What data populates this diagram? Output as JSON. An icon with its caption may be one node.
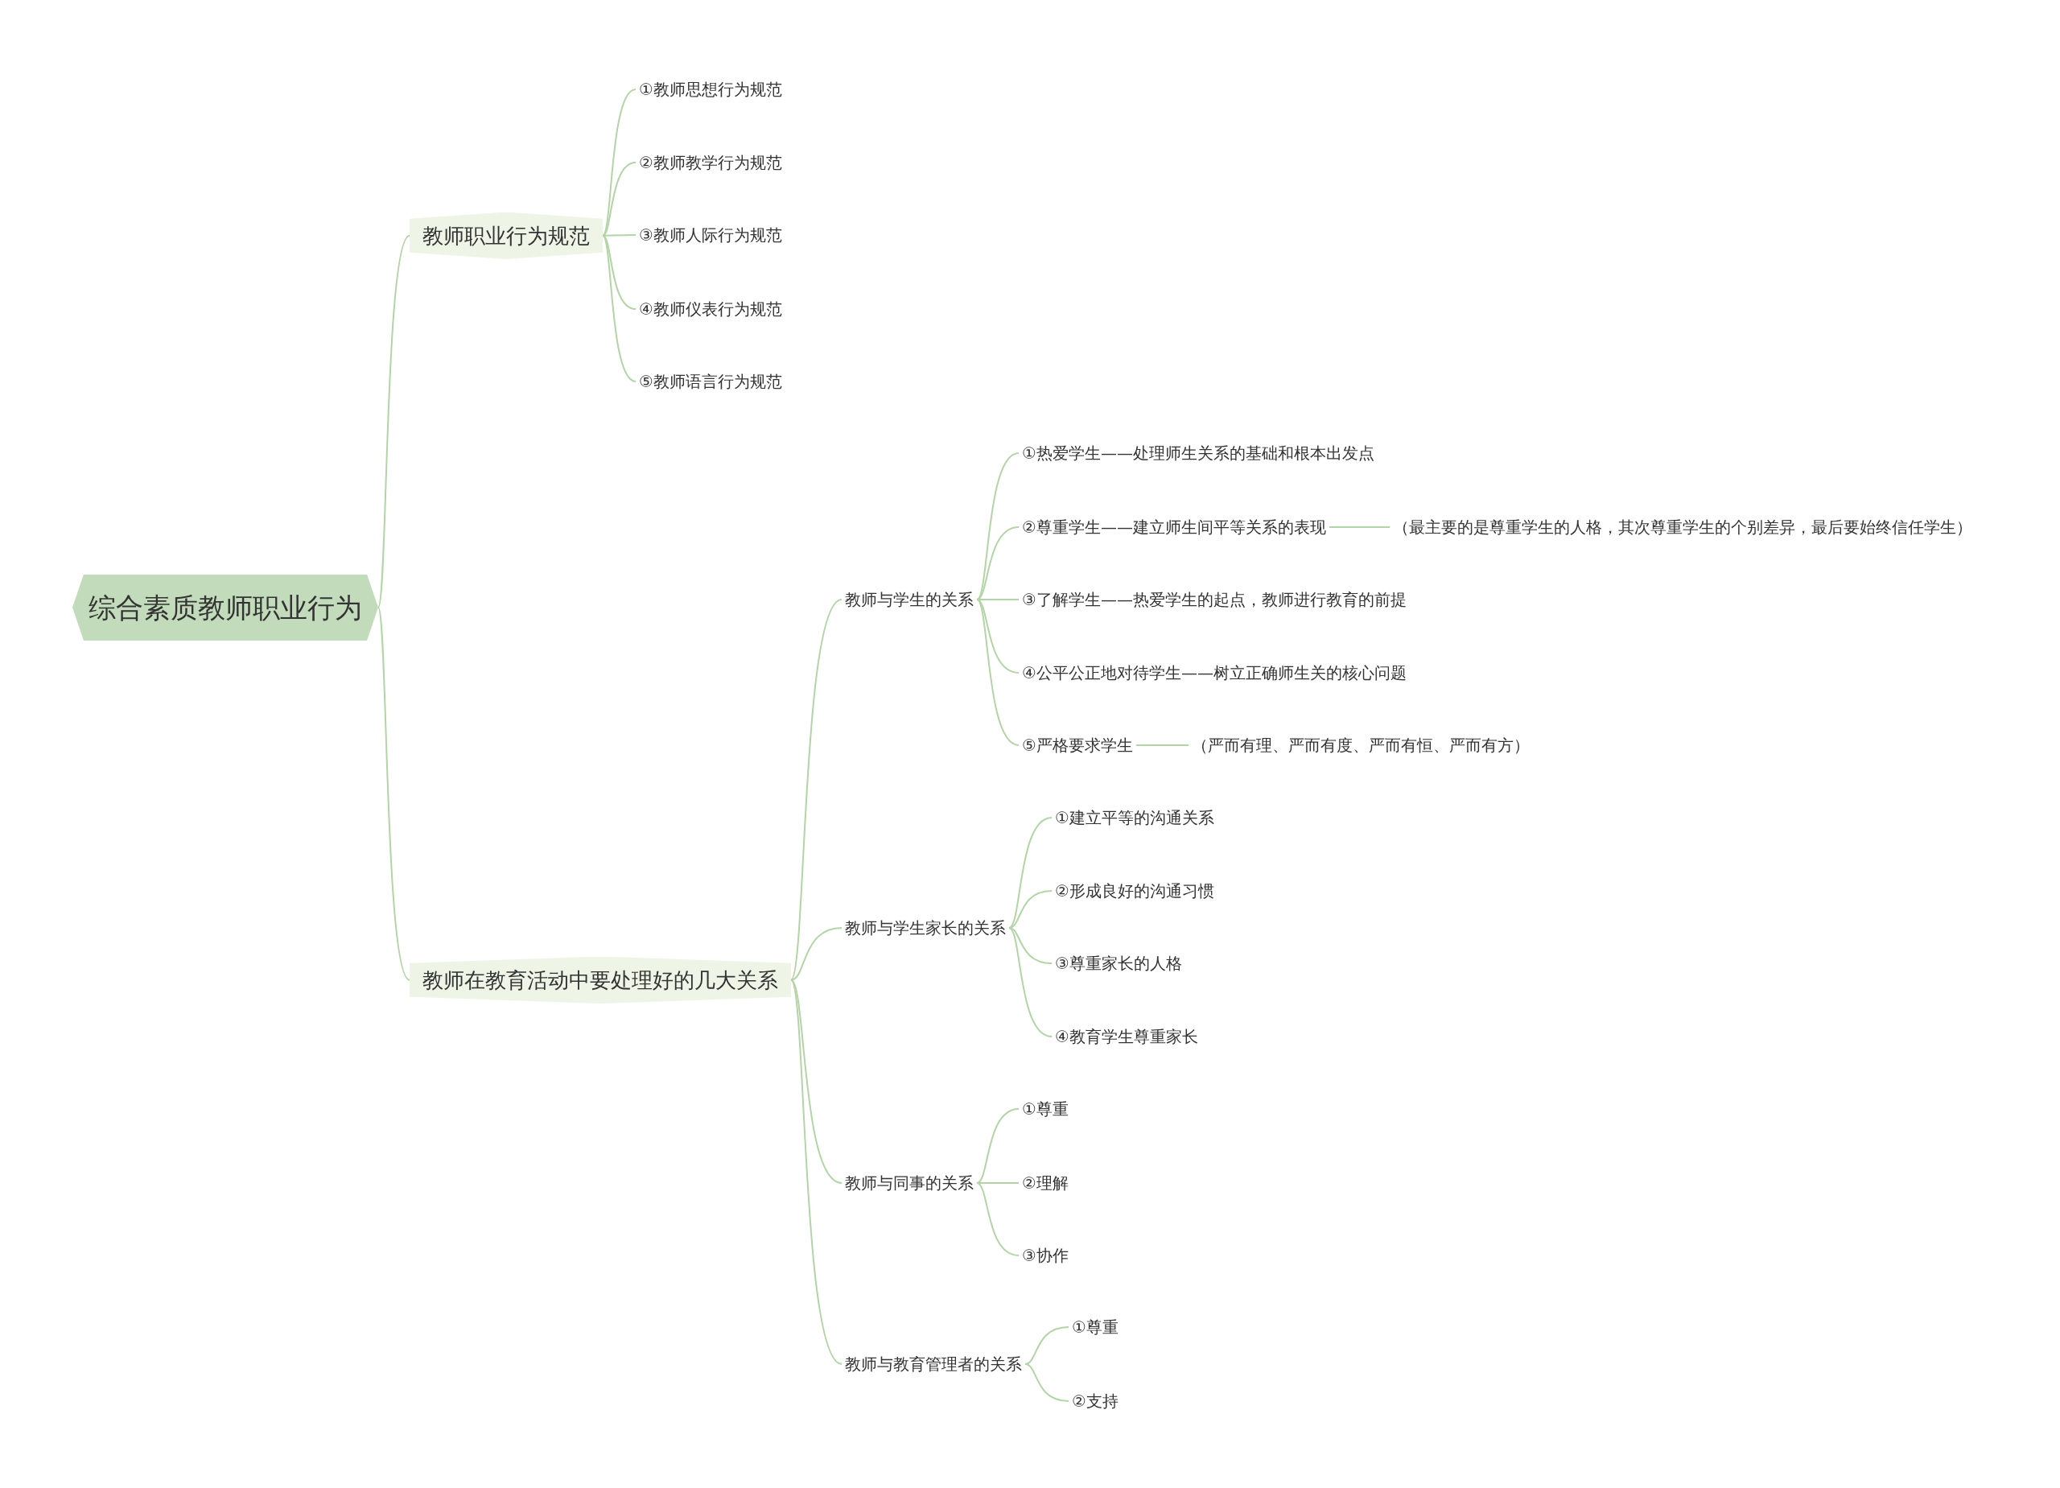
{
  "diagram": {
    "nodes": [
      {
        "text": [
          "综合素质教师职业行为"
        ]
      },
      {
        "text": [
          "教师职业行为规范"
        ]
      },
      {
        "text": [
          "①教师思想行为规范"
        ]
      },
      {
        "text": [
          "②教师教学行为规范"
        ]
      },
      {
        "text": [
          "③教师人际行为规范"
        ]
      },
      {
        "text": [
          "④教师仪表行为规范"
        ]
      },
      {
        "text": [
          "⑤教师语言行为规范"
        ]
      },
      {
        "text": [
          "教师在教育活动中要处理好的几大关系"
        ]
      },
      {
        "text": [
          "教师与学生的关系"
        ]
      },
      {
        "text": [
          "①热爱学生——处理师生关系的基础和根本出发点"
        ]
      },
      {
        "text": [
          "②尊重学生——建立师生间平等关系的表现"
        ]
      },
      {
        "text": [
          "③了解学生——热爱学生的起点，教师进行教育的前提"
        ]
      },
      {
        "text": [
          "④公平公正地对待学生——树立正确师生关的核心问题"
        ]
      },
      {
        "text": [
          "⑤严格要求学生"
        ]
      },
      {
        "text": [
          "（最主要的是尊重学生的人格，其次尊重学生的个别差异，最后要始终信任学生）"
        ]
      },
      {
        "text": [
          "（严而有理、严而有度、严而有恒、严而有方）"
        ]
      },
      {
        "text": [
          "教师与学生家长的关系"
        ]
      },
      {
        "text": [
          "①建立平等的沟通关系"
        ]
      },
      {
        "text": [
          "②形成良好的沟通习惯"
        ]
      },
      {
        "text": [
          "③尊重家长的人格"
        ]
      },
      {
        "text": [
          "④教育学生尊重家长"
        ]
      },
      {
        "text": [
          "教师与同事的关系"
        ]
      },
      {
        "text": [
          "①尊重"
        ]
      },
      {
        "text": [
          "②理解"
        ]
      },
      {
        "text": [
          "③协作"
        ]
      },
      {
        "text": [
          "教师与教育管理者的关系"
        ]
      },
      {
        "text": [
          "①尊重"
        ]
      },
      {
        "text": [
          "②支持"
        ]
      }
    ],
    "edges": [
      {
        "from": 0,
        "to": 1,
        "arrow": "none"
      },
      {
        "from": 0,
        "to": 7,
        "arrow": "none"
      },
      {
        "from": 1,
        "to": 2,
        "arrow": "none"
      },
      {
        "from": 1,
        "to": 3,
        "arrow": "none"
      },
      {
        "from": 1,
        "to": 4,
        "arrow": "none"
      },
      {
        "from": 1,
        "to": 5,
        "arrow": "none"
      },
      {
        "from": 1,
        "to": 6,
        "arrow": "none"
      },
      {
        "from": 7,
        "to": 8,
        "arrow": "none"
      },
      {
        "from": 7,
        "to": 16,
        "arrow": "none"
      },
      {
        "from": 7,
        "to": 21,
        "arrow": "none"
      },
      {
        "from": 7,
        "to": 25,
        "arrow": "none"
      },
      {
        "from": 8,
        "to": 9,
        "arrow": "none"
      },
      {
        "from": 8,
        "to": 10,
        "arrow": "none"
      },
      {
        "from": 8,
        "to": 11,
        "arrow": "none"
      },
      {
        "from": 8,
        "to": 12,
        "arrow": "none"
      },
      {
        "from": 8,
        "to": 13,
        "arrow": "none"
      },
      {
        "from": 10,
        "to": 14,
        "arrow": "none"
      },
      {
        "from": 13,
        "to": 15,
        "arrow": "none"
      },
      {
        "from": 16,
        "to": 17,
        "arrow": "none"
      },
      {
        "from": 16,
        "to": 18,
        "arrow": "none"
      },
      {
        "from": 16,
        "to": 19,
        "arrow": "none"
      },
      {
        "from": 16,
        "to": 20,
        "arrow": "none"
      },
      {
        "from": 21,
        "to": 22,
        "arrow": "none"
      },
      {
        "from": 21,
        "to": 23,
        "arrow": "none"
      },
      {
        "from": 21,
        "to": 24,
        "arrow": "none"
      },
      {
        "from": 25,
        "to": 26,
        "arrow": "none"
      },
      {
        "from": 25,
        "to": 27,
        "arrow": "none"
      }
    ]
  }
}
